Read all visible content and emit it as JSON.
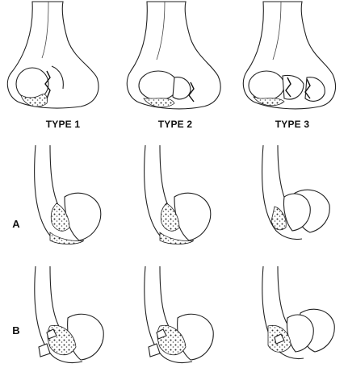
{
  "column_labels": [
    "TYPE 1",
    "TYPE 2",
    "TYPE 3"
  ],
  "row_labels": [
    "A",
    "B"
  ]
}
